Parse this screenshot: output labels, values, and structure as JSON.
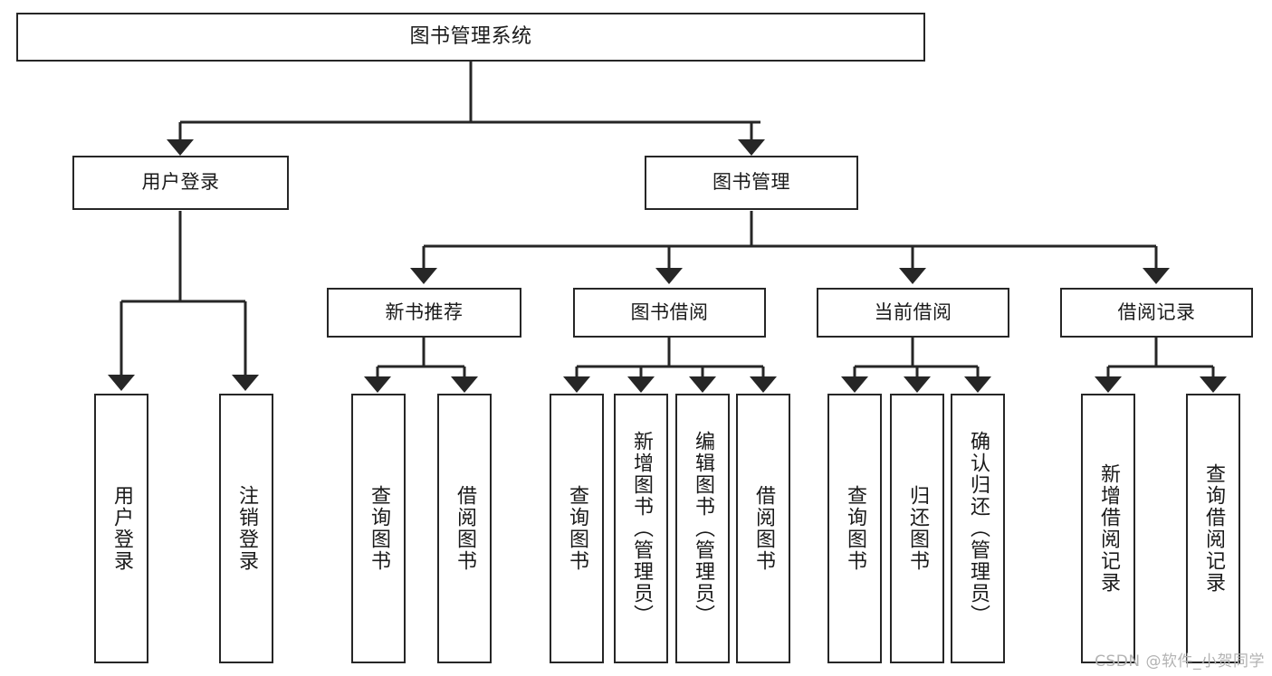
{
  "diagram": {
    "title": "图书管理系统",
    "type": "tree-hierarchy",
    "root": {
      "id": "root",
      "label": "图书管理系统"
    },
    "level2": [
      {
        "id": "user-login",
        "label": "用户登录"
      },
      {
        "id": "book-manage",
        "label": "图书管理"
      }
    ],
    "level3": [
      {
        "id": "new-book-rec",
        "label": "新书推荐",
        "parent": "book-manage"
      },
      {
        "id": "book-borrow",
        "label": "图书借阅",
        "parent": "book-manage"
      },
      {
        "id": "current-borrow",
        "label": "当前借阅",
        "parent": "book-manage"
      },
      {
        "id": "borrow-record",
        "label": "借阅记录",
        "parent": "book-manage"
      }
    ],
    "leaves": [
      {
        "id": "leaf-user-login",
        "label": "用户登录",
        "parent": "user-login"
      },
      {
        "id": "leaf-logout",
        "label": "注销登录",
        "parent": "user-login"
      },
      {
        "id": "leaf-query-book-1",
        "label": "查询图书",
        "parent": "new-book-rec"
      },
      {
        "id": "leaf-borrow-book-1",
        "label": "借阅图书",
        "parent": "new-book-rec"
      },
      {
        "id": "leaf-query-book-2",
        "label": "查询图书",
        "parent": "book-borrow"
      },
      {
        "id": "leaf-add-book",
        "label": "新增图书（管理员）",
        "parent": "book-borrow"
      },
      {
        "id": "leaf-edit-book",
        "label": "编辑图书（管理员）",
        "parent": "book-borrow"
      },
      {
        "id": "leaf-borrow-book-2",
        "label": "借阅图书",
        "parent": "book-borrow"
      },
      {
        "id": "leaf-query-book-3",
        "label": "查询图书",
        "parent": "current-borrow"
      },
      {
        "id": "leaf-return-book",
        "label": "归还图书",
        "parent": "current-borrow"
      },
      {
        "id": "leaf-confirm-return",
        "label": "确认归还（管理员）",
        "parent": "current-borrow"
      },
      {
        "id": "leaf-add-record",
        "label": "新增借阅记录",
        "parent": "borrow-record"
      },
      {
        "id": "leaf-query-record",
        "label": "查询借阅记录",
        "parent": "borrow-record"
      }
    ]
  },
  "watermark": {
    "text": "CSDN @软件_小贺同学"
  },
  "colors": {
    "stroke": "#262626",
    "background": "#ffffff",
    "text": "#1a1a1a",
    "watermark": "#b3b3b3"
  }
}
